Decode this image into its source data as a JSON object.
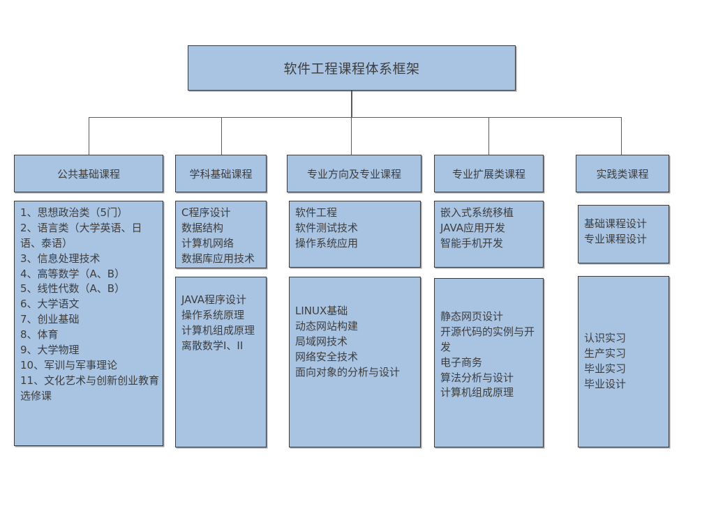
{
  "diagram": {
    "title": "软件工程课程体系框架",
    "theme": {
      "box_fill": "#a9c4e3",
      "box_border": "#41719c",
      "connector": "#5a5a5a",
      "text": "#3d3d3d",
      "background": "#ffffff"
    },
    "columns": [
      {
        "id": "public-basic",
        "header": "公共基础课程",
        "boxes": [
          {
            "id": "public-basic-courses",
            "text": "1、思想政治类（5门）\n2、语言类（大学英语、日语、泰语）\n3、信息处理技术\n4、高等数学（A、B）\n5、线性代数（A、B）\n6、大学语文\n7、创业基础\n8、体育\n9、大学物理\n10、军训与军事理论\n11、文化艺术与创新创业教育选修课"
          }
        ]
      },
      {
        "id": "discipline-basic",
        "header": "学科基础课程",
        "boxes": [
          {
            "id": "discipline-basic-core",
            "text": "C程序设计\n数据结构\n计算机网络\n数据库应用技术"
          },
          {
            "id": "discipline-basic-advanced",
            "text": "JAVA程序设计\n操作系统原理\n计算机组成原理\n离散数学I、II"
          }
        ]
      },
      {
        "id": "major-direction",
        "header": "专业方向及专业课程",
        "boxes": [
          {
            "id": "major-direction-core",
            "text": "软件工程\n软件测试技术\n操作系统应用"
          },
          {
            "id": "major-direction-electives",
            "text": "LINUX基础\n动态网站构建\n局域网技术\n网络安全技术\n面向对象的分析与设计"
          }
        ]
      },
      {
        "id": "major-extension",
        "header": "专业扩展类课程",
        "boxes": [
          {
            "id": "major-extension-core",
            "text": "嵌入式系统移植\nJAVA应用开发\n智能手机开发"
          },
          {
            "id": "major-extension-electives",
            "text": "静态网页设计\n开源代码的实例与开发\n电子商务\n算法分析与设计\n计算机组成原理"
          }
        ]
      },
      {
        "id": "practice",
        "header": "实践类课程",
        "boxes": [
          {
            "id": "practice-design",
            "text": "基础课程设计\n专业课程设计"
          },
          {
            "id": "practice-internship",
            "text": "认识实习\n生产实习\n毕业实习\n毕业设计"
          }
        ]
      }
    ]
  }
}
